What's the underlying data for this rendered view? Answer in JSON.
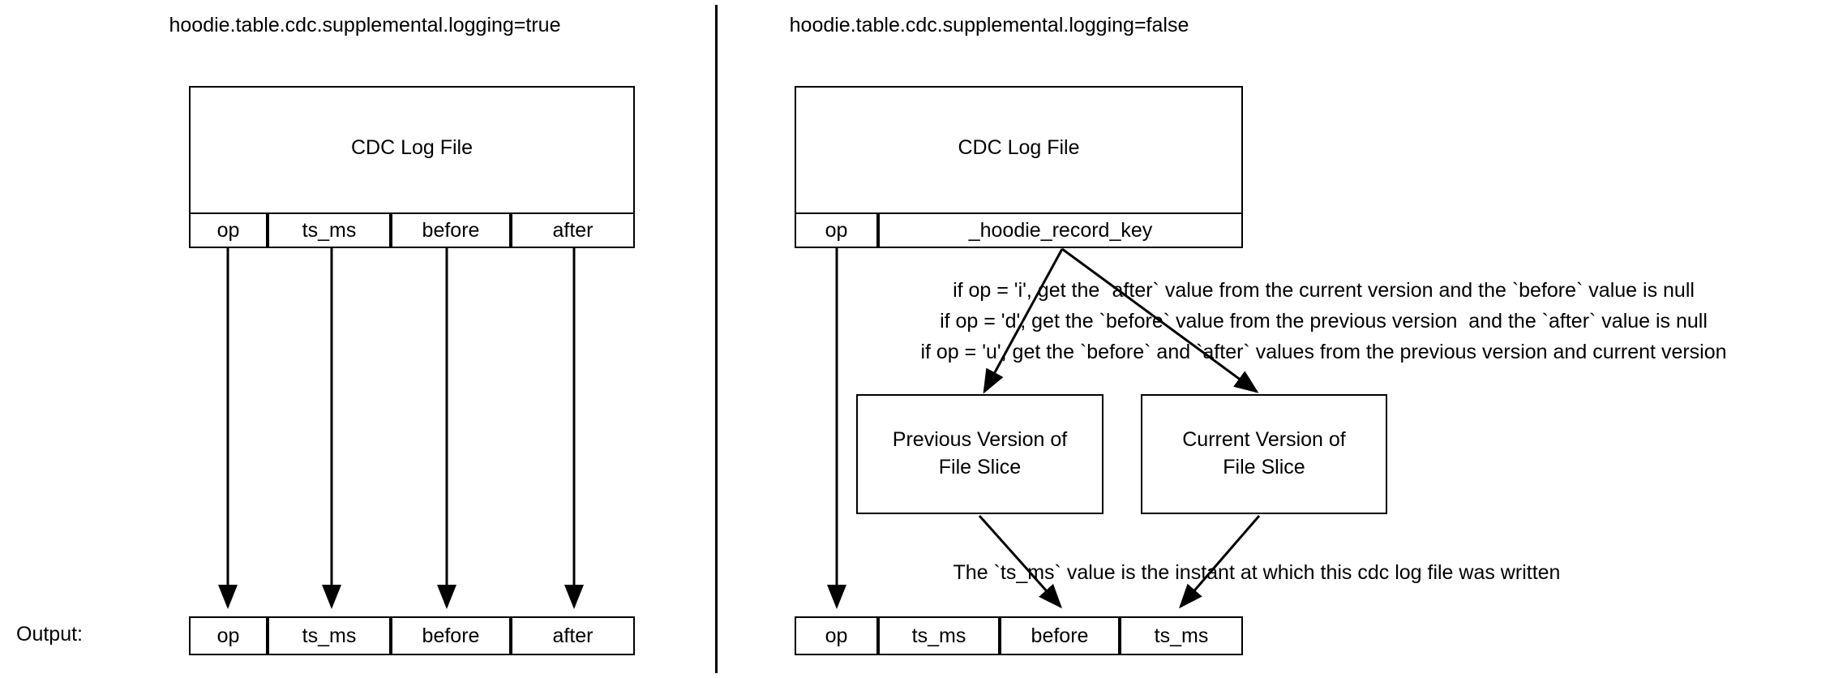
{
  "diagram": {
    "divider": "vertical-separator",
    "output_label": "Output:",
    "left_panel": {
      "title": "hoodie.table.cdc.supplemental.logging=true",
      "log_box_label": "CDC Log File",
      "schema_columns": [
        "op",
        "ts_ms",
        "before",
        "after"
      ],
      "output_columns": [
        "op",
        "ts_ms",
        "before",
        "after"
      ]
    },
    "right_panel": {
      "title": "hoodie.table.cdc.supplemental.logging=false",
      "log_box_label": "CDC Log File",
      "schema_columns": [
        "op",
        "_hoodie_record_key"
      ],
      "rules": [
        "if op = 'i', get the `after` value from the current version and the `before` value is null",
        "if op = 'd', get the `before` value from the previous version  and the `after` value is null",
        "if op = 'u', get the `before` and `after` values from the previous version and current version"
      ],
      "previous_version_box": [
        "Previous Version of",
        "File Slice"
      ],
      "current_version_box": [
        "Current Version of",
        "File Slice"
      ],
      "ts_note": "The `ts_ms` value is the instant at which this cdc log file was written",
      "output_columns": [
        "op",
        "ts_ms",
        "before",
        "ts_ms"
      ]
    }
  },
  "colors": {
    "stroke": "#000000",
    "fill": "#ffffff",
    "text": "#000000"
  }
}
